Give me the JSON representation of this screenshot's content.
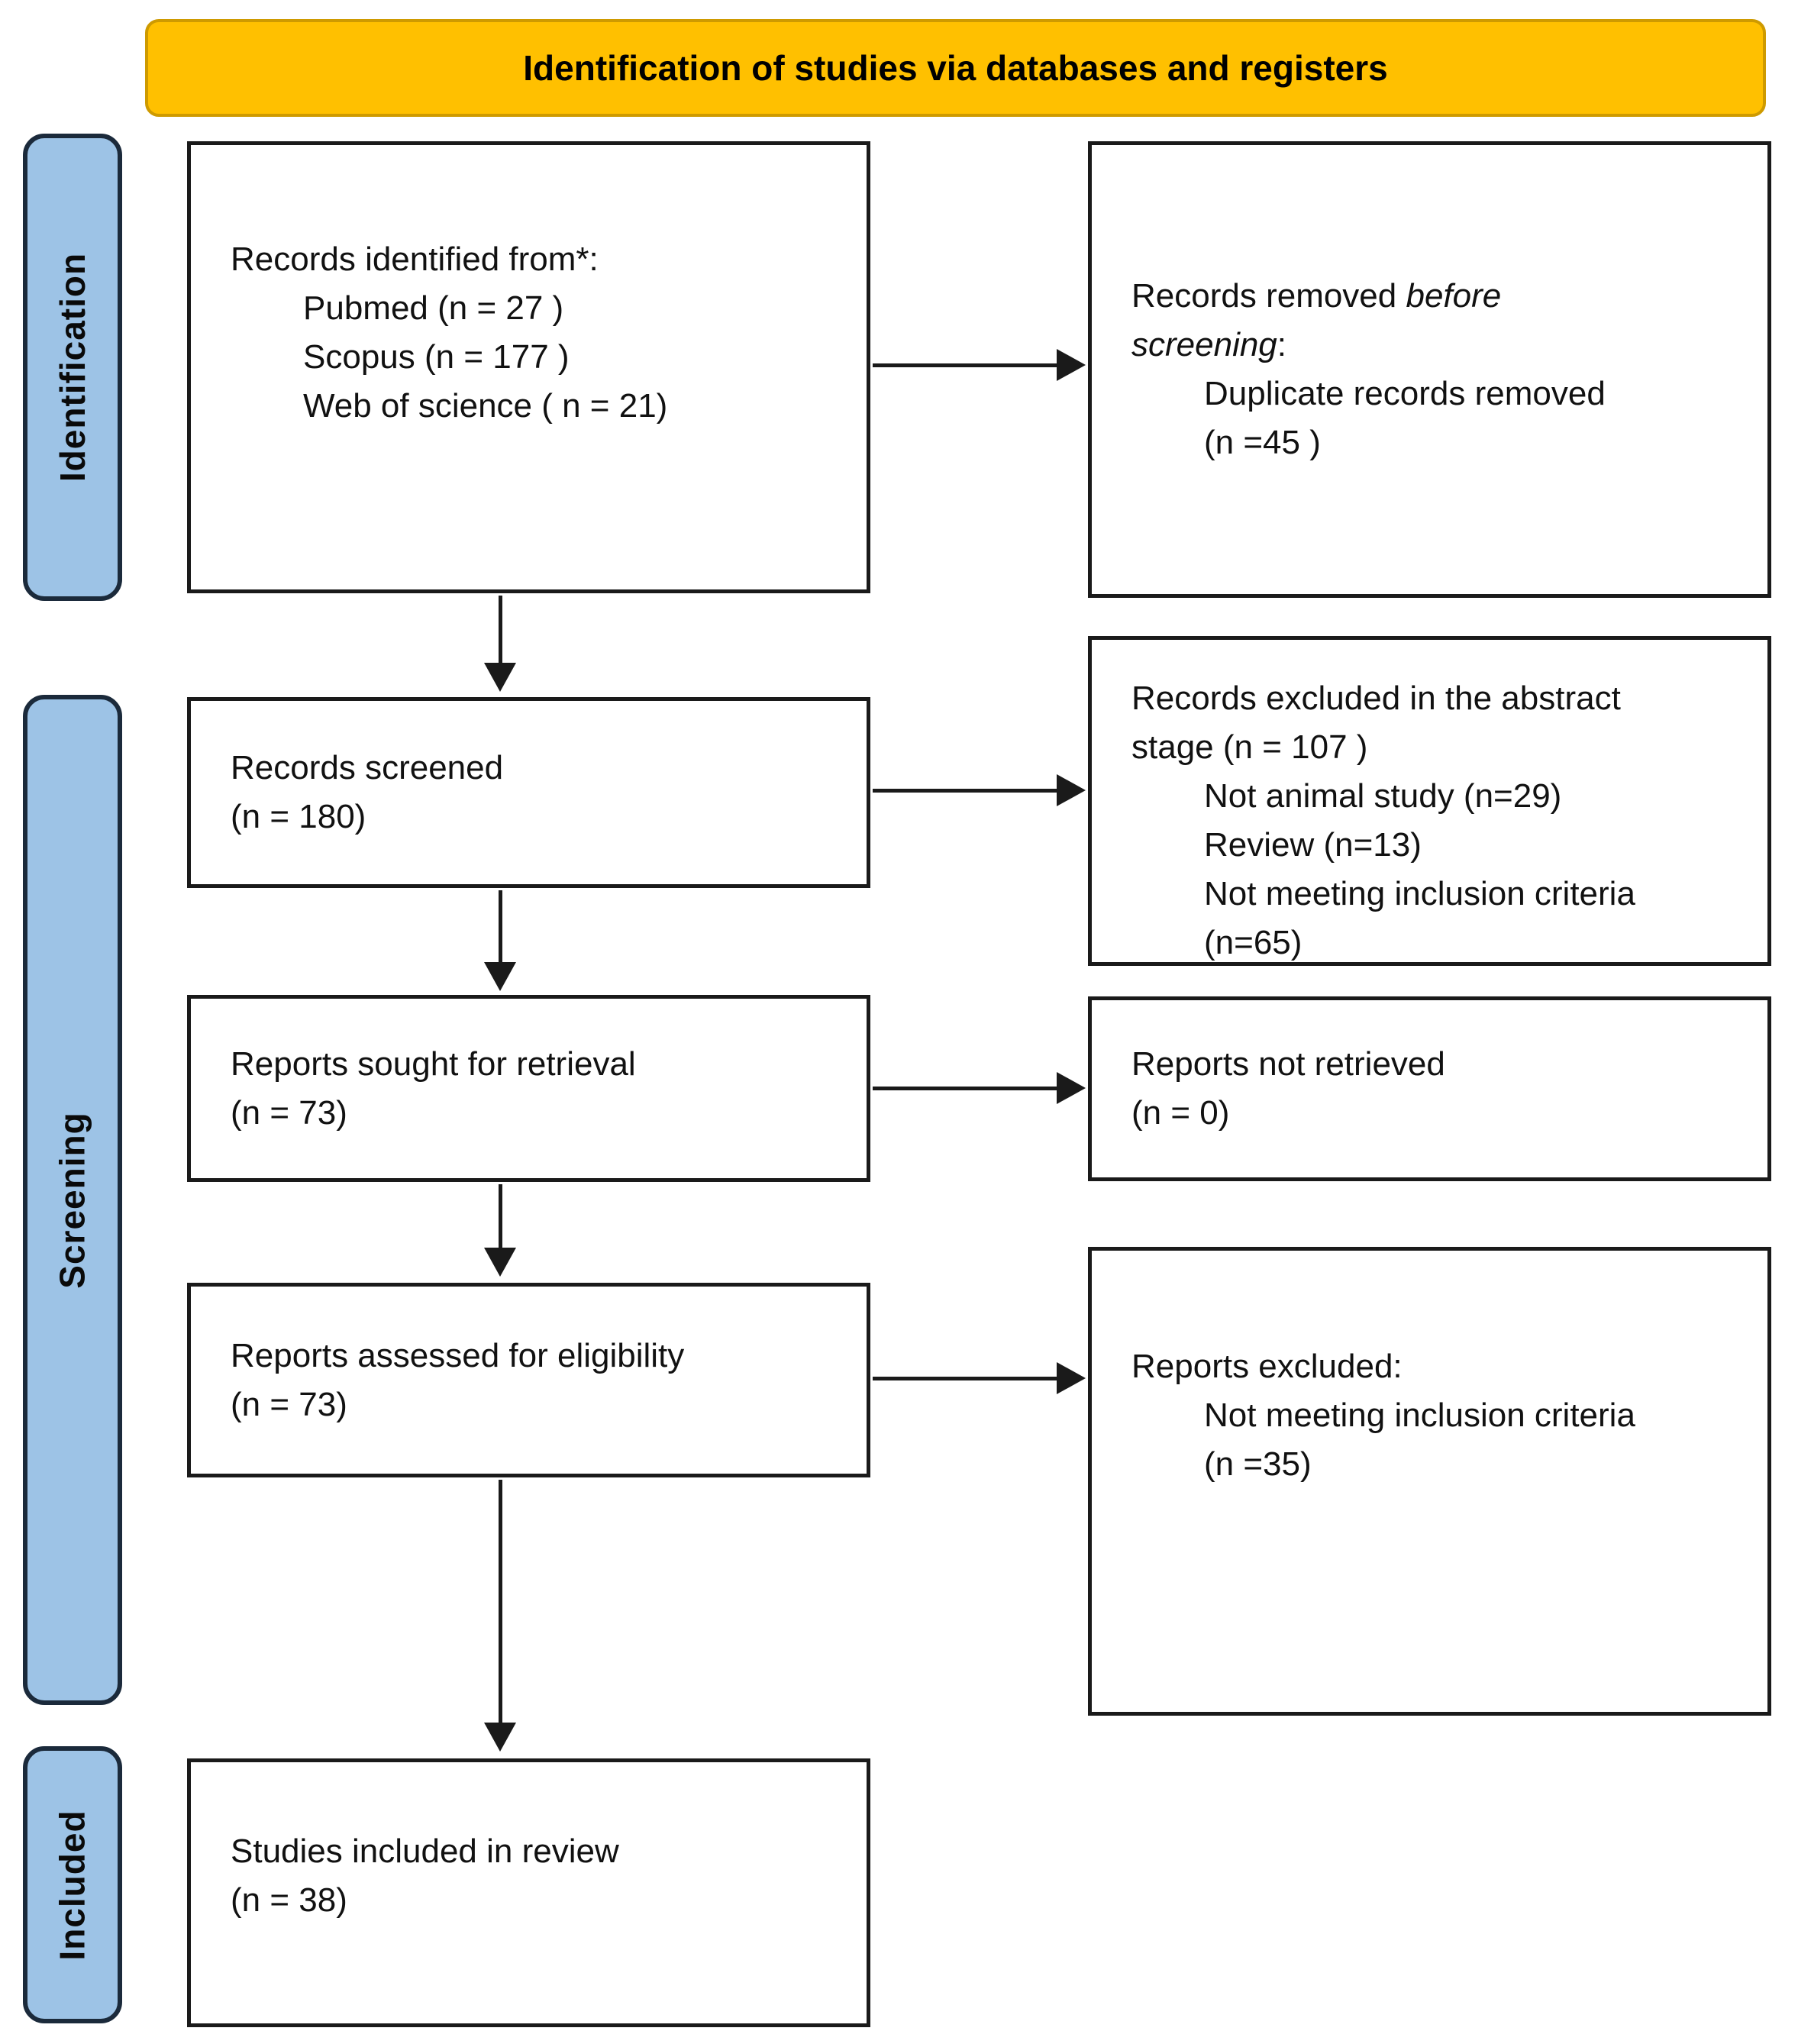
{
  "banner": {
    "title": "Identification of studies via databases and registers",
    "bg_color": "#FFC000",
    "border_color": "#CE9A00"
  },
  "stages": {
    "identification": "Identification",
    "screening": "Screening",
    "included": "Included"
  },
  "colors": {
    "stage_fill": "#9DC3E6",
    "stage_border": "#1B2A3B",
    "box_border": "#1A1A1A",
    "arrow": "#1A1A1A",
    "text": "#111111"
  },
  "boxes": {
    "records_identified": {
      "line1": "Records identified from*:",
      "line2": "Pubmed (n = 27 )",
      "line3": "Scopus (n = 177 )",
      "line4": "Web of science ( n = 21)"
    },
    "records_removed": {
      "line1_normal": "Records removed ",
      "line1_italic": "before",
      "line2_italic": "screening",
      "line2_normal": ":",
      "line3": "Duplicate records removed",
      "line4": "(n =45 )"
    },
    "records_screened": {
      "line1": "Records screened",
      "line2": "(n = 180)"
    },
    "records_excluded": {
      "line1": "Records excluded in the abstract",
      "line2": "stage (n = 107 )",
      "line3": "Not animal study (n=29)",
      "line4": "Review (n=13)",
      "line5": "Not meeting inclusion criteria",
      "line6": "(n=65)"
    },
    "reports_sought": {
      "line1": "Reports sought for retrieval",
      "line2": "(n = 73)"
    },
    "reports_not_retrieved": {
      "line1": "Reports not retrieved",
      "line2": "(n = 0)"
    },
    "reports_assessed": {
      "line1": "Reports assessed for eligibility",
      "line2": "(n = 73)"
    },
    "reports_excluded": {
      "line1": "Reports excluded:",
      "line2": "Not meeting inclusion criteria",
      "line3": "(n =35)"
    },
    "studies_included": {
      "line1": "Studies included in review",
      "line2": "(n = 38)"
    }
  }
}
